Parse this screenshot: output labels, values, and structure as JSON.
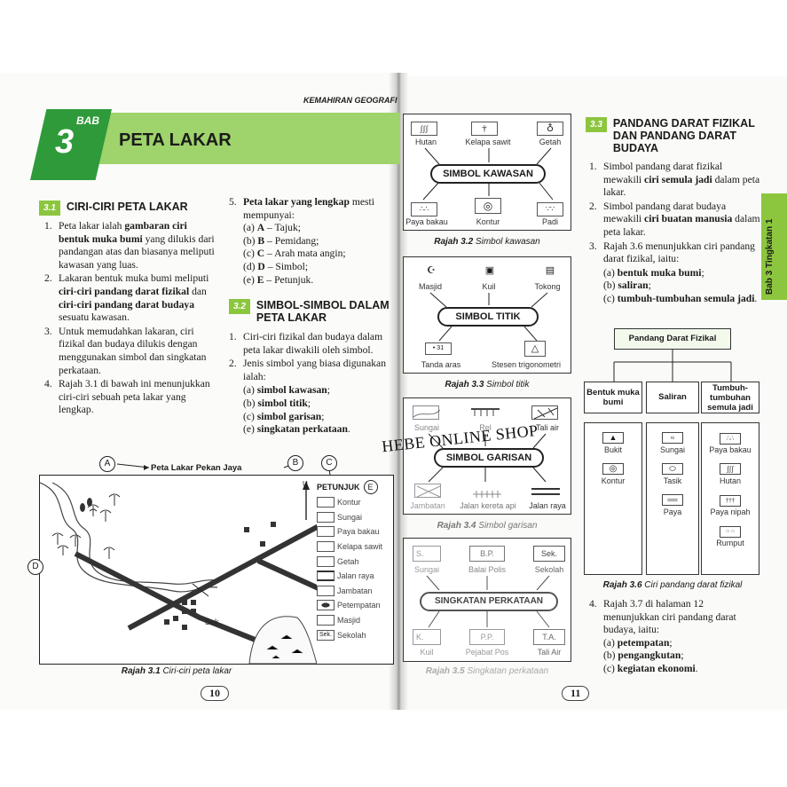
{
  "left_page": {
    "running_head": "KEMAHIRAN GEOGRAFI",
    "chapter": {
      "bab": "BAB",
      "number": "3",
      "title": "PETA LAKAR"
    },
    "sec31": {
      "num": "3.1",
      "title": "CIRI-CIRI PETA LAKAR",
      "items": [
        {
          "n": "1.",
          "parts": [
            "Peta lakar ialah ",
            "gambaran ciri bentuk muka bumi",
            " yang dilukis dari pandangan atas dan biasanya meliputi kawasan yang luas."
          ]
        },
        {
          "n": "2.",
          "parts": [
            "Lakaran bentuk muka bumi meliputi ",
            "ciri-ciri pandang darat fizikal",
            " dan ",
            "ciri-ciri pandang darat budaya",
            " sesuatu kawasan."
          ]
        },
        {
          "n": "3.",
          "text": "Untuk memudahkan lakaran, ciri fizikal dan budaya dilukis dengan menggunakan simbol dan singkatan perkataan."
        },
        {
          "n": "4.",
          "text": "Rajah 3.1 di bawah ini menunjukkan ciri-ciri sebuah peta lakar yang lengkap."
        }
      ]
    },
    "item5": {
      "n": "5.",
      "bold": "Peta lakar yang lengkap",
      "rest": " mesti mempunyai:",
      "subs": [
        {
          "l": "(a)",
          "b": "A",
          "t": " – Tajuk;"
        },
        {
          "l": "(b)",
          "b": "B",
          "t": " – Pemidang;"
        },
        {
          "l": "(c)",
          "b": "C",
          "t": " – Arah mata angin;"
        },
        {
          "l": "(d)",
          "b": "D",
          "t": " – Simbol;"
        },
        {
          "l": "(e)",
          "b": "E",
          "t": " – Petunjuk."
        }
      ]
    },
    "sec32": {
      "num": "3.2",
      "title": "SIMBOL-SIMBOL DALAM PETA LAKAR",
      "items": [
        {
          "n": "1.",
          "text": "Ciri-ciri fizikal dan budaya dalam peta lakar diwakili oleh simbol."
        },
        {
          "n": "2.",
          "text": "Jenis simbol yang biasa digunakan ialah:"
        }
      ],
      "subs": [
        {
          "l": "(a)",
          "b": "simbol kawasan",
          "t": ";"
        },
        {
          "l": "(b)",
          "b": "simbol titik",
          "t": ";"
        },
        {
          "l": "(c)",
          "b": "simbol garisan",
          "t": ";"
        },
        {
          "l": "(e)",
          "b": "singkatan perkataan",
          "t": "."
        }
      ]
    },
    "map": {
      "label_a": "A",
      "title": "Peta Lakar Pekan Jaya",
      "label_b": "B",
      "label_c": "C",
      "label_d": "D",
      "label_e": "E",
      "north": "U",
      "sek": "Sek.",
      "petunjuk_title": "PETUNJUK",
      "legend": [
        "Kontur",
        "Sungai",
        "Paya bakau",
        "Kelapa sawit",
        "Getah",
        "Jalan raya",
        "Jambatan",
        "Petempatan",
        "Masjid",
        "Sekolah"
      ],
      "legend_sek_symbol": "Sek.",
      "caption_bold": "Rajah 3.1",
      "caption_text": " Ciri-ciri peta lakar"
    },
    "page_number": "10"
  },
  "right_page": {
    "fig32": {
      "top_labels": [
        "Hutan",
        "Kelapa sawit",
        "Getah"
      ],
      "center": "SIMBOL KAWASAN",
      "bottom_labels": [
        "Paya bakau",
        "Kontur",
        "Padi"
      ],
      "caption_bold": "Rajah 3.2",
      "caption_text": " Simbol kawasan"
    },
    "fig33": {
      "top_labels": [
        "Masjid",
        "Kuil",
        "Tokong"
      ],
      "center": "SIMBOL TITIK",
      "bottom_labels": [
        "Tanda aras",
        "Stesen trigonometri"
      ],
      "aras_value": "31",
      "caption_bold": "Rajah 3.3",
      "caption_text": " Simbol titik"
    },
    "fig34": {
      "top_labels": [
        "Sungai",
        "Rel",
        "Tali air"
      ],
      "center": "SIMBOL GARISAN",
      "bottom_labels": [
        "Jambatan",
        "Jalan kereta api",
        "Jalan raya"
      ],
      "caption_bold": "Rajah 3.4",
      "caption_text": " Simbol garisan"
    },
    "fig35": {
      "top_symbols": [
        "S.",
        "B.P.",
        "Sek."
      ],
      "top_labels": [
        "Sungai",
        "Balai Polis",
        "Sekolah"
      ],
      "center": "SINGKATAN PERKATAAN",
      "bottom_symbols": [
        "K.",
        "P.P.",
        "T.A."
      ],
      "bottom_labels": [
        "Kuil",
        "Pejabat Pos",
        "Tali Air"
      ],
      "caption_bold": "Rajah 3.5",
      "caption_text": " Singkatan perkataan"
    },
    "sec33": {
      "num": "3.3",
      "title": "PANDANG DARAT FIZIKAL DAN PANDANG DARAT BUDAYA",
      "items": [
        {
          "n": "1.",
          "parts": [
            "Simbol pandang darat fizikal mewakili ",
            "ciri semula jadi",
            " dalam peta lakar."
          ]
        },
        {
          "n": "2.",
          "parts": [
            "Simbol pandang darat budaya mewakili ",
            "ciri buatan manusia",
            " dalam peta lakar."
          ]
        },
        {
          "n": "3.",
          "text": "Rajah 3.6 menunjukkan ciri pandang darat fizikal, iaitu:"
        }
      ],
      "subs": [
        {
          "l": "(a)",
          "b": "bentuk muka bumi",
          "t": ";"
        },
        {
          "l": "(b)",
          "b": "saliran",
          "t": ";"
        },
        {
          "l": "(c)",
          "b": "tumbuh-tumbuhan semula jadi",
          "t": "."
        }
      ]
    },
    "fig36": {
      "root": "Pandang Darat Fizikal",
      "cols": [
        {
          "head": "Bentuk muka bumi",
          "items": [
            "Bukit",
            "Kontur"
          ]
        },
        {
          "head": "Saliran",
          "items": [
            "Sungai",
            "Tasik",
            "Paya"
          ]
        },
        {
          "head": "Tumbuh-tumbuhan semula jadi",
          "items": [
            "Paya bakau",
            "Hutan",
            "Paya nipah",
            "Rumput"
          ]
        }
      ],
      "caption_bold": "Rajah 3.6",
      "caption_text": " Ciri pandang darat fizikal"
    },
    "item4": {
      "n": "4.",
      "text": "Rajah 3.7 di halaman 12 menunjukkan ciri pandang darat budaya, iaitu:",
      "subs": [
        {
          "l": "(a)",
          "b": "petempatan",
          "t": ";"
        },
        {
          "l": "(b)",
          "b": "pengangkutan",
          "t": ";"
        },
        {
          "l": "(c)",
          "b": "kegiatan ekonomi",
          "t": "."
        }
      ]
    },
    "side_tab": "Bab 3  Tingkatan 1",
    "page_number": "11"
  },
  "watermark": "HEBE ONLINE SHOP",
  "colors": {
    "accent_green": "#8cc63f",
    "dark_green": "#2f9a3a",
    "banner_light": "#9fd36b"
  }
}
